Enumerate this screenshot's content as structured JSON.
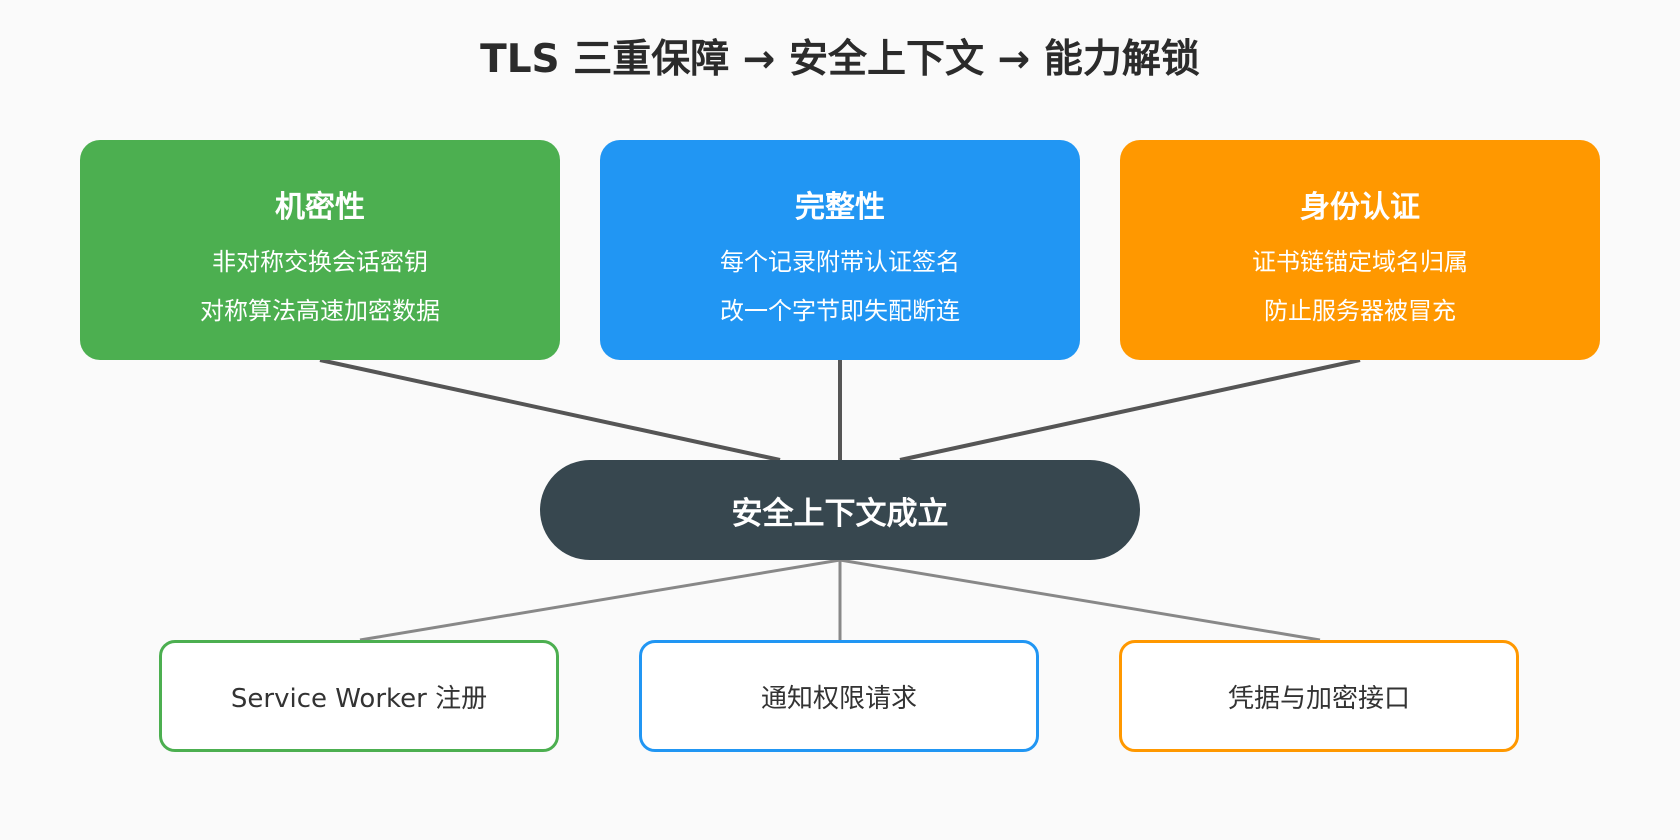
{
  "title": "TLS 三重保障 → 安全上下文 → 能力解锁",
  "pillars": [
    {
      "title": "机密性",
      "line1": "非对称交换会话密钥",
      "line2": "对称算法高速加密数据",
      "color": "#4caf50"
    },
    {
      "title": "完整性",
      "line1": "每个记录附带认证签名",
      "line2": "改一个字节即失配断连",
      "color": "#2196f3"
    },
    {
      "title": "身份认证",
      "line1": "证书链锚定域名归属",
      "line2": "防止服务器被冒充",
      "color": "#ff9800"
    }
  ],
  "hub": {
    "label": "安全上下文成立",
    "color": "#37474f"
  },
  "unlocks": [
    {
      "label": "Service Worker 注册",
      "color": "#4caf50"
    },
    {
      "label": "通知权限请求",
      "color": "#2196f3"
    },
    {
      "label": "凭据与加密接口",
      "color": "#ff9800"
    }
  ],
  "connector_colors": {
    "upper": "#555555",
    "lower": "#888888"
  }
}
